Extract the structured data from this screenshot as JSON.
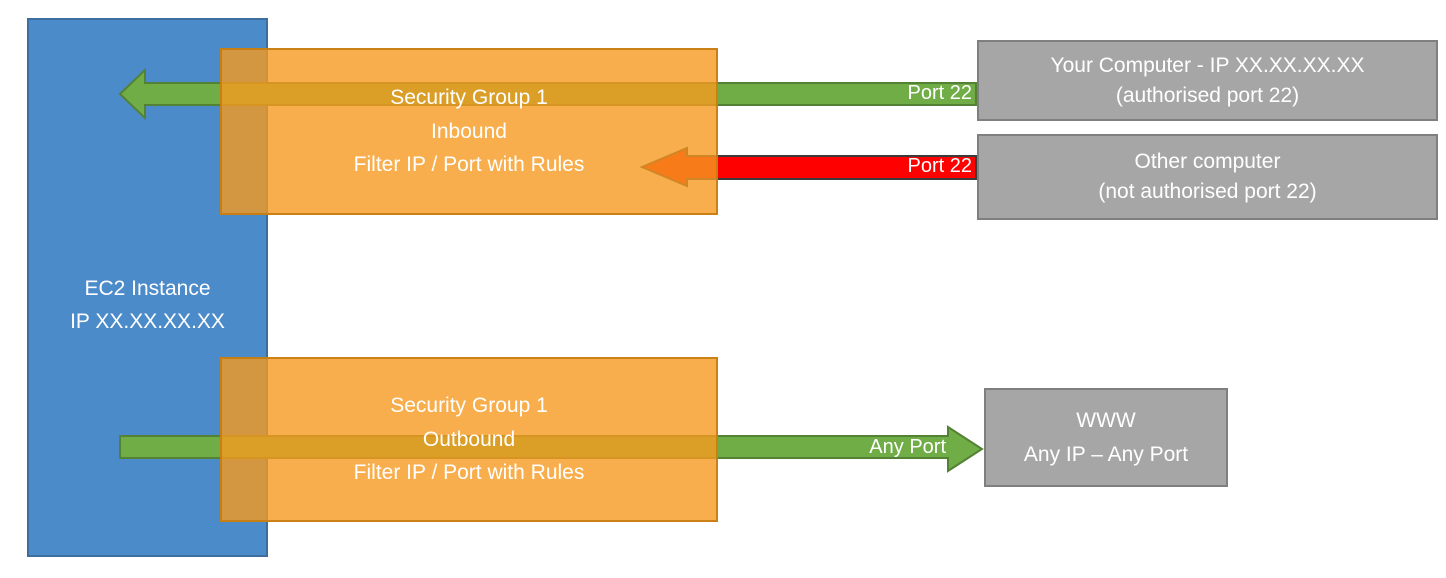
{
  "diagram": {
    "ec2_instance": {
      "line1": "EC2 Instance",
      "line2": "IP XX.XX.XX.XX"
    },
    "security_group_inbound": {
      "line1": "Security Group 1",
      "line2": "Inbound",
      "line3": "Filter IP / Port with Rules"
    },
    "security_group_outbound": {
      "line1": "Security Group 1",
      "line2": "Outbound",
      "line3": "Filter IP / Port with Rules"
    },
    "your_computer": {
      "line1": "Your Computer - IP XX.XX.XX.XX",
      "line2": "(authorised port 22)"
    },
    "other_computer": {
      "line1": "Other computer",
      "line2": "(not authorised port 22)"
    },
    "www": {
      "line1": "WWW",
      "line2": "Any IP – Any Port"
    },
    "arrows": {
      "inbound_allowed_label": "Port 22",
      "inbound_blocked_label": "Port 22",
      "outbound_label": "Any Port"
    },
    "colors": {
      "instance_fill": "#4C8BC9",
      "instance_border": "#3D6E9E",
      "security_group_fill": "rgba(246,154,31,0.80)",
      "security_group_border": "rgba(197,124,15,0.90)",
      "allowed_arrow_fill": "#70AD47",
      "allowed_arrow_border": "#548235",
      "blocked_arrow_fill": "#FF0000",
      "blocked_arrow_border": "#3B3B3B",
      "endpoint_fill": "#A6A6A6",
      "endpoint_border": "#7F7F7F"
    }
  }
}
